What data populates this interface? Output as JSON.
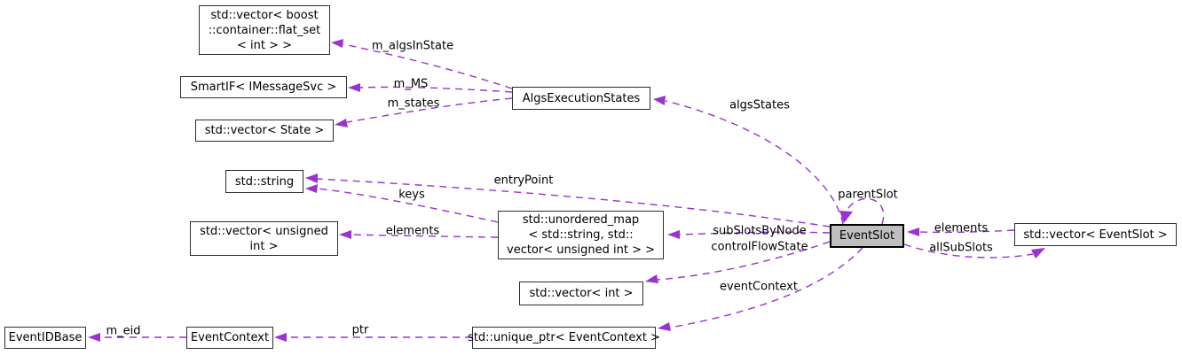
{
  "diagram": {
    "kind": "collaboration-graph",
    "focus_node": "EventSlot",
    "colors": {
      "background": "#ffffff",
      "edge": "#9a32cd",
      "node_border": "#2e2e2e",
      "focus_node_fill": "#bfbfbf",
      "node_fill": "#ffffff",
      "text": "#000000"
    }
  },
  "nodes": {
    "flat_set_vector": {
      "label": "std::vector< boost\n::container::flat_set\n< int > >"
    },
    "smartif": {
      "label": "SmartIF< IMessageSvc >"
    },
    "state_vector": {
      "label": "std::vector< State >"
    },
    "algs_execution_states": {
      "label": "AlgsExecutionStates"
    },
    "string": {
      "label": "std::string"
    },
    "unsigned_vector": {
      "label": "std::vector< unsigned\nint >"
    },
    "unordered_map": {
      "label": "std::unordered_map\n< std::string, std::\nvector< unsigned int > >"
    },
    "int_vector": {
      "label": "std::vector< int >"
    },
    "event_slot": {
      "label": "EventSlot"
    },
    "event_slot_vector": {
      "label": "std::vector< EventSlot >"
    },
    "event_id_base": {
      "label": "EventIDBase"
    },
    "event_context": {
      "label": "EventContext"
    },
    "unique_ptr": {
      "label": "std::unique_ptr< EventContext >"
    }
  },
  "edges": {
    "m_algsInState": {
      "label": "m_algsInState",
      "from": "algs_execution_states",
      "to": "flat_set_vector"
    },
    "m_MS": {
      "label": "m_MS",
      "from": "algs_execution_states",
      "to": "smartif"
    },
    "m_states": {
      "label": "m_states",
      "from": "algs_execution_states",
      "to": "state_vector"
    },
    "algsStates": {
      "label": "algsStates",
      "from": "event_slot",
      "to": "algs_execution_states"
    },
    "entryPoint": {
      "label": "entryPoint",
      "from": "event_slot",
      "to": "string"
    },
    "keys": {
      "label": "keys",
      "from": "unordered_map",
      "to": "string"
    },
    "elements_left": {
      "label": "elements",
      "from": "unordered_map",
      "to": "unsigned_vector"
    },
    "subSlotsByNode": {
      "label": "subSlotsByNode",
      "from": "event_slot",
      "to": "unordered_map"
    },
    "controlFlowState": {
      "label": "controlFlowState",
      "from": "event_slot",
      "to": "int_vector"
    },
    "eventContext": {
      "label": "eventContext",
      "from": "event_slot",
      "to": "unique_ptr"
    },
    "parentSlot": {
      "label": "parentSlot",
      "from": "event_slot",
      "to": "event_slot"
    },
    "elements_right": {
      "label": "elements",
      "from": "event_slot_vector",
      "to": "event_slot"
    },
    "allSubSlots": {
      "label": "allSubSlots",
      "from": "event_slot",
      "to": "event_slot_vector"
    },
    "m_eid": {
      "label": "m_eid",
      "from": "event_context",
      "to": "event_id_base"
    },
    "ptr": {
      "label": "ptr",
      "from": "unique_ptr",
      "to": "event_context"
    }
  }
}
